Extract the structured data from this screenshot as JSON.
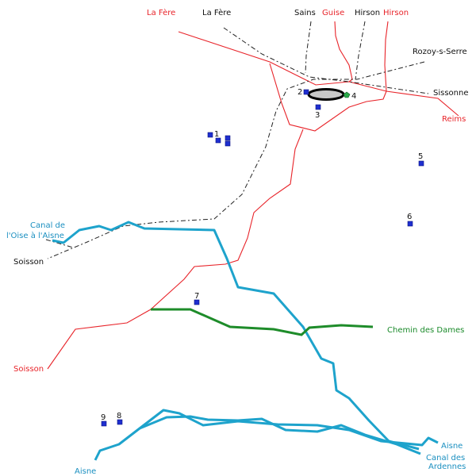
{
  "labels": {
    "la_fere_red": "La Fère",
    "la_fere_black": "La Fère",
    "sains": "Sains",
    "guise": "Guise",
    "hirson_black": "Hirson",
    "hirson_red": "Hirson",
    "rozoy": "Rozoy-s-Serre",
    "sissonne": "Sissonne",
    "reims": "Reims",
    "canal_oise_1": "Canal de",
    "canal_oise_2": "l'Oise à l'Aisne",
    "soisson_black": "Soisson",
    "soisson_red": "Soisson",
    "chemin": "Chemin des Dames",
    "aisne_right": "Aisne",
    "canal_ardennes_1": "Canal des",
    "canal_ardennes_2": "Ardennes",
    "aisne_left": "Aisne"
  },
  "sites": [
    "1",
    "2",
    "3",
    "4",
    "5",
    "6",
    "7",
    "8",
    "9"
  ],
  "colors": {
    "road": "#e8242a",
    "canal": "#1ea3cc",
    "chemin": "#1e8c2a",
    "site": "#1f2fd0"
  }
}
